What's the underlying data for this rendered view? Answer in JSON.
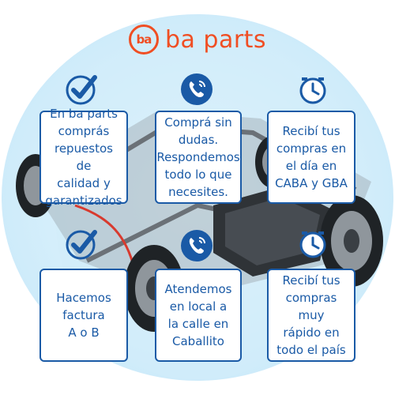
{
  "brand": {
    "logo_text": "ba",
    "name": "ba parts"
  },
  "colors": {
    "brand": "#f04e23",
    "accent": "#1a5aa6",
    "background": "#d4eefb"
  },
  "features": [
    {
      "icon": "check-icon",
      "text": "En ba parts\ncomprás\nrepuestos de\ncalidad y\ngarantizados"
    },
    {
      "icon": "phone-icon",
      "text": "Comprá sin\ndudas.\nRespondemos\ntodo lo que\nnecesites."
    },
    {
      "icon": "clock-icon",
      "text": "Recibí tus\ncompras en\nel día en\nCABA y GBA"
    },
    {
      "icon": "check-icon",
      "text": "Hacemos\nfactura\nA o B"
    },
    {
      "icon": "phone-icon",
      "text": "Atendemos\nen local a\nla calle en\nCaballito"
    },
    {
      "icon": "clock-icon",
      "text": "Recibí tus\ncompras muy\nrápido en\ntodo el país"
    }
  ]
}
